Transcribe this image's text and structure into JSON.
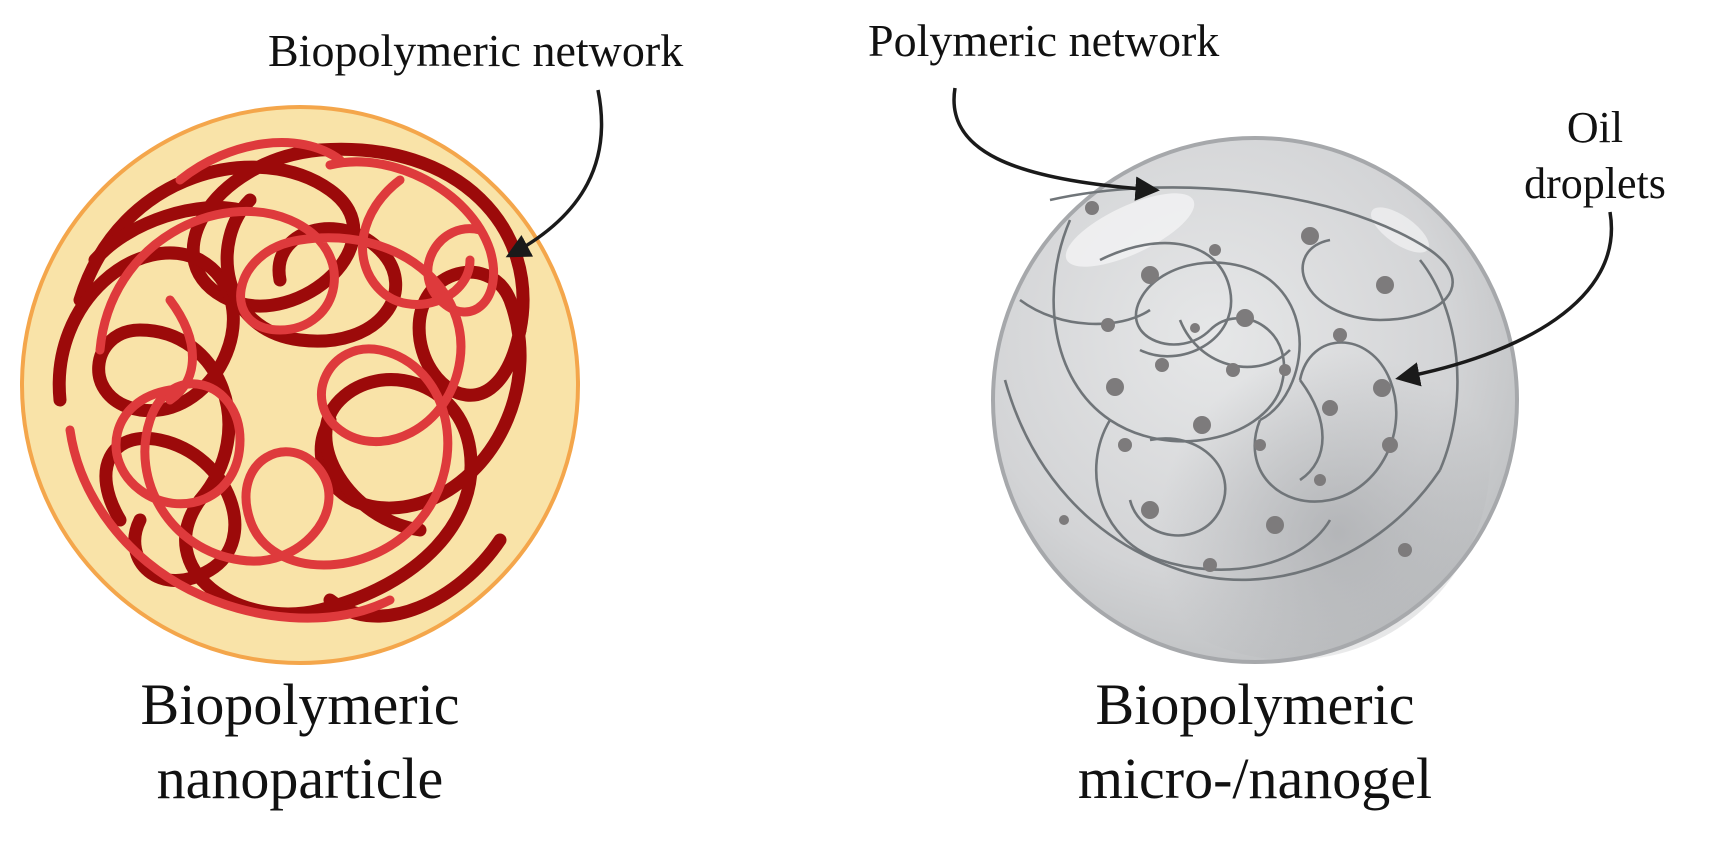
{
  "left_panel": {
    "network_label": "Biopolymeric network",
    "caption_line1": "Biopolymeric",
    "caption_line2": "nanoparticle",
    "colors": {
      "shell": "#f9e3a8",
      "rim": "#f4a64b",
      "strand_dark": "#9c0a0a",
      "strand_light": "#de3a3c"
    }
  },
  "right_panel": {
    "network_label": "Polymeric network",
    "oil_label_line1": "Oil",
    "oil_label_line2": "droplets",
    "caption_line1": "Biopolymeric",
    "caption_line2": "micro-/nanogel",
    "colors": {
      "sphere": "#d9dadc",
      "sphere_edge": "#a6a8ab",
      "strand": "#707579",
      "droplet": "#7d7b7c"
    }
  },
  "arrow_color": "#1a1a1a"
}
